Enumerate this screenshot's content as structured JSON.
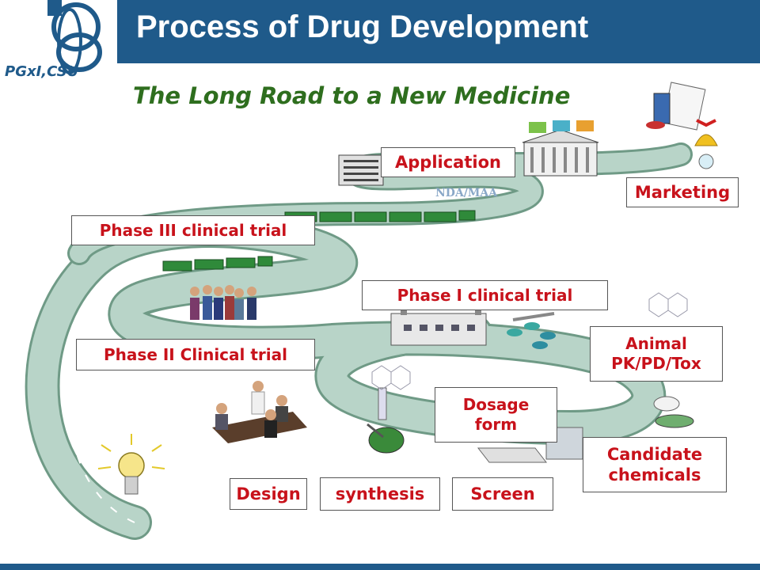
{
  "header": {
    "title": "Process of Drug Development",
    "logo_text": "PGxI,CSU",
    "bar_color": "#1f5a8a"
  },
  "subtitle": "The Long Road to a New Medicine",
  "road_stage_tag": "NDA/MAA",
  "stages": {
    "design": "Design",
    "synthesis": "synthesis",
    "screen": "Screen",
    "candidate": "Candidate chemicals",
    "animal": "Animal PK/PD/Tox",
    "dosage": "Dosage form",
    "phase1": "Phase I clinical trial",
    "phase2": "Phase II Clinical trial",
    "phase3": "Phase III clinical trial",
    "application": "Application",
    "marketing": "Marketing"
  },
  "colors": {
    "label_text": "#c8121b",
    "subtitle": "#2e6e1e",
    "road": "#b8d4c8",
    "road_edge": "#6f9a86"
  }
}
